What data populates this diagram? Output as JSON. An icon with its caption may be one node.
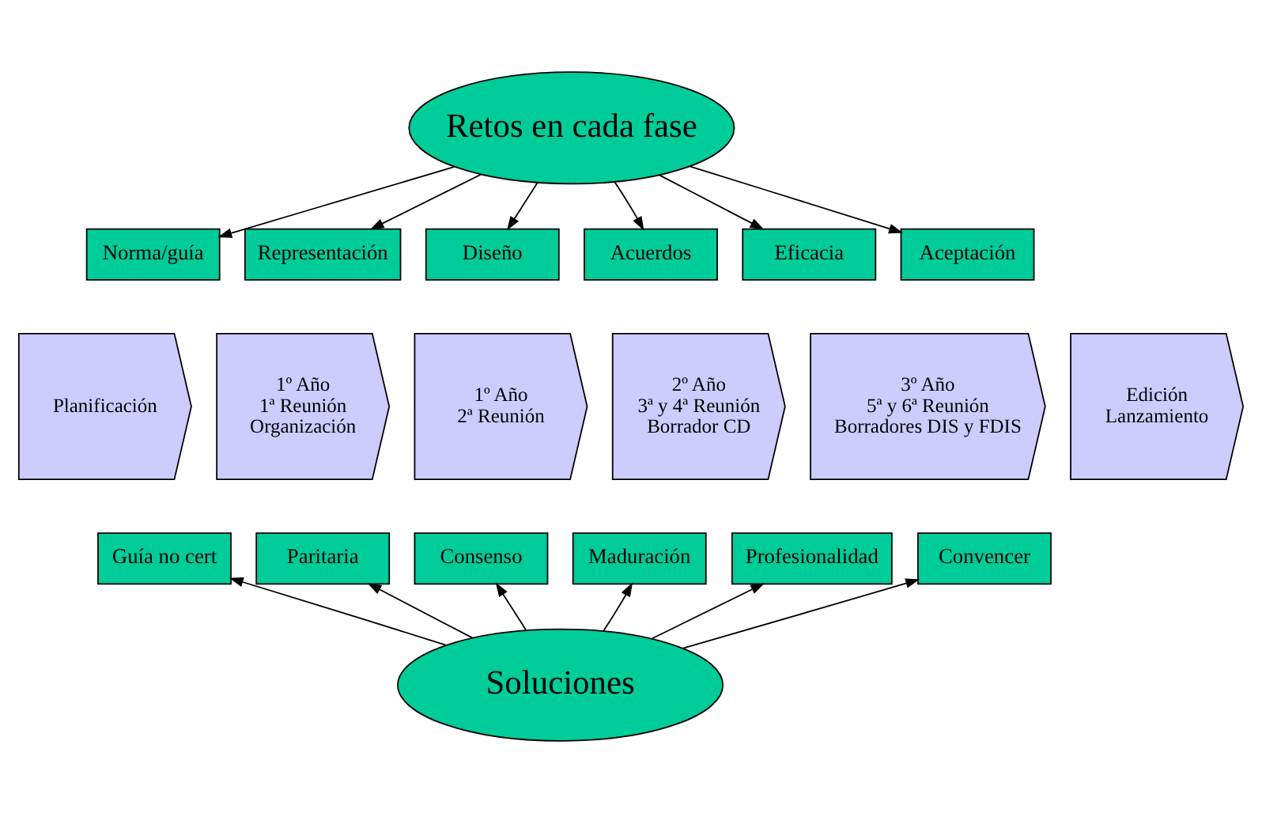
{
  "diagram": {
    "nodes": [
      {
        "text": [
          "Retos en cada fase"
        ]
      },
      {
        "text": [
          "Norma/guía"
        ]
      },
      {
        "text": [
          "Representación"
        ]
      },
      {
        "text": [
          "Diseño"
        ]
      },
      {
        "text": [
          "Acuerdos"
        ]
      },
      {
        "text": [
          "Eficacia"
        ]
      },
      {
        "text": [
          "Aceptación"
        ]
      },
      {
        "text": [
          "Planificación"
        ]
      },
      {
        "text": [
          "1º Año",
          "1ª Reunión",
          "Organización"
        ]
      },
      {
        "text": [
          "1º Año",
          "2ª Reunión"
        ]
      },
      {
        "text": [
          "2º Año",
          "3ª y 4ª Reunión",
          "Borrador CD"
        ]
      },
      {
        "text": [
          "3º Año",
          "5ª y 6ª Reunión",
          "Borradores DIS y FDIS"
        ]
      },
      {
        "text": [
          "Edición",
          "Lanzamiento"
        ]
      },
      {
        "text": [
          "Guía no cert"
        ]
      },
      {
        "text": [
          "Paritaria"
        ]
      },
      {
        "text": [
          "Consenso"
        ]
      },
      {
        "text": [
          "Maduración"
        ]
      },
      {
        "text": [
          "Profesionalidad"
        ]
      },
      {
        "text": [
          "Convencer"
        ]
      },
      {
        "text": [
          "Soluciones"
        ]
      }
    ],
    "edges": [
      {
        "from": 0,
        "to": 1,
        "arrow": "to"
      },
      {
        "from": 0,
        "to": 2,
        "arrow": "to"
      },
      {
        "from": 0,
        "to": 3,
        "arrow": "to"
      },
      {
        "from": 0,
        "to": 4,
        "arrow": "to"
      },
      {
        "from": 0,
        "to": 5,
        "arrow": "to"
      },
      {
        "from": 0,
        "to": 6,
        "arrow": "to"
      },
      {
        "from": 19,
        "to": 13,
        "arrow": "to"
      },
      {
        "from": 19,
        "to": 14,
        "arrow": "to"
      },
      {
        "from": 19,
        "to": 15,
        "arrow": "to"
      },
      {
        "from": 19,
        "to": 16,
        "arrow": "to"
      },
      {
        "from": 19,
        "to": 17,
        "arrow": "to"
      },
      {
        "from": 19,
        "to": 18,
        "arrow": "to"
      }
    ]
  }
}
